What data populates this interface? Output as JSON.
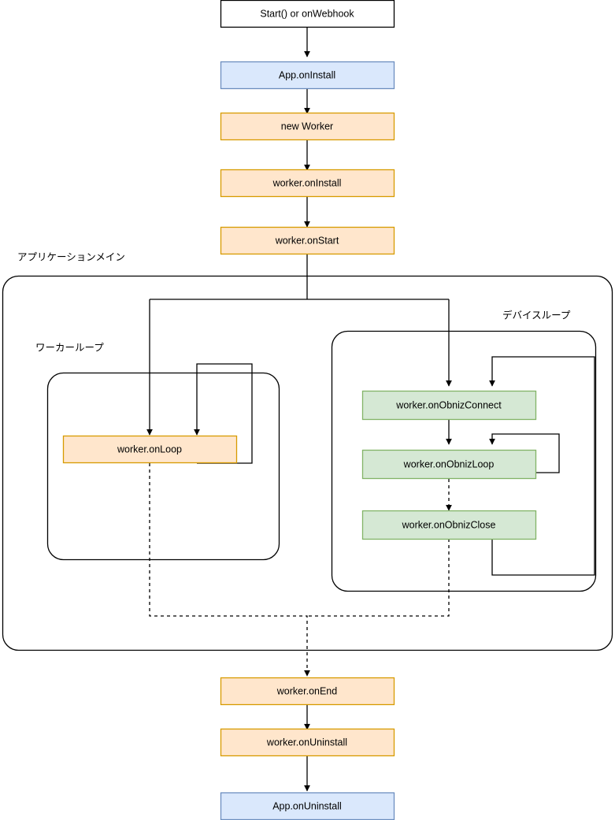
{
  "diagram": {
    "title_flow": "obniz app / worker lifecycle flow",
    "groups": [
      {
        "id": "app-main",
        "label": "アプリケーションメイン"
      },
      {
        "id": "worker-loop",
        "label": "ワーカーループ"
      },
      {
        "id": "device-loop",
        "label": "デバイスループ"
      }
    ],
    "nodes": [
      {
        "id": "start",
        "label": "Start() or onWebhook",
        "kind": "terminal"
      },
      {
        "id": "app-install",
        "label": "App.onInstall",
        "kind": "app"
      },
      {
        "id": "new-worker",
        "label": "new Worker",
        "kind": "worker"
      },
      {
        "id": "worker-install",
        "label": "worker.onInstall",
        "kind": "worker"
      },
      {
        "id": "worker-start",
        "label": "worker.onStart",
        "kind": "worker"
      },
      {
        "id": "worker-loop",
        "label": "worker.onLoop",
        "kind": "worker"
      },
      {
        "id": "obniz-connect",
        "label": "worker.onObnizConnect",
        "kind": "device"
      },
      {
        "id": "obniz-loop",
        "label": "worker.onObnizLoop",
        "kind": "device"
      },
      {
        "id": "obniz-close",
        "label": "worker.onObnizClose",
        "kind": "device"
      },
      {
        "id": "worker-end",
        "label": "worker.onEnd",
        "kind": "worker"
      },
      {
        "id": "worker-uninstall",
        "label": "worker.onUninstall",
        "kind": "worker"
      },
      {
        "id": "app-uninstall",
        "label": "App.onUninstall",
        "kind": "app"
      }
    ],
    "colors": {
      "terminal_fill": "#ffffff",
      "terminal_stroke": "#000000",
      "app_fill": "#dae8fc",
      "app_stroke": "#6c8ebf",
      "worker_fill": "#ffe6cc",
      "worker_stroke": "#d79b00",
      "device_fill": "#d5e8d4",
      "device_stroke": "#82b366",
      "edge": "#000000",
      "container_stroke": "#000000",
      "background": "#ffffff"
    },
    "edges": [
      {
        "from": "start",
        "to": "app-install",
        "style": "solid"
      },
      {
        "from": "app-install",
        "to": "new-worker",
        "style": "solid"
      },
      {
        "from": "new-worker",
        "to": "worker-install",
        "style": "solid"
      },
      {
        "from": "worker-install",
        "to": "worker-start",
        "style": "solid"
      },
      {
        "from": "worker-start",
        "to": "worker-loop",
        "style": "solid"
      },
      {
        "from": "worker-start",
        "to": "obniz-connect",
        "style": "solid"
      },
      {
        "from": "worker-loop",
        "to": "worker-loop",
        "style": "solid"
      },
      {
        "from": "obniz-connect",
        "to": "obniz-loop",
        "style": "solid"
      },
      {
        "from": "obniz-loop",
        "to": "obniz-loop",
        "style": "solid"
      },
      {
        "from": "obniz-loop",
        "to": "obniz-close",
        "style": "dashed"
      },
      {
        "from": "obniz-close",
        "to": "obniz-connect",
        "style": "solid"
      },
      {
        "from": "worker-loop",
        "to": "worker-end",
        "style": "dashed"
      },
      {
        "from": "obniz-close",
        "to": "worker-end",
        "style": "dashed"
      },
      {
        "from": "worker-end",
        "to": "worker-uninstall",
        "style": "solid"
      },
      {
        "from": "worker-uninstall",
        "to": "app-uninstall",
        "style": "solid"
      }
    ]
  }
}
